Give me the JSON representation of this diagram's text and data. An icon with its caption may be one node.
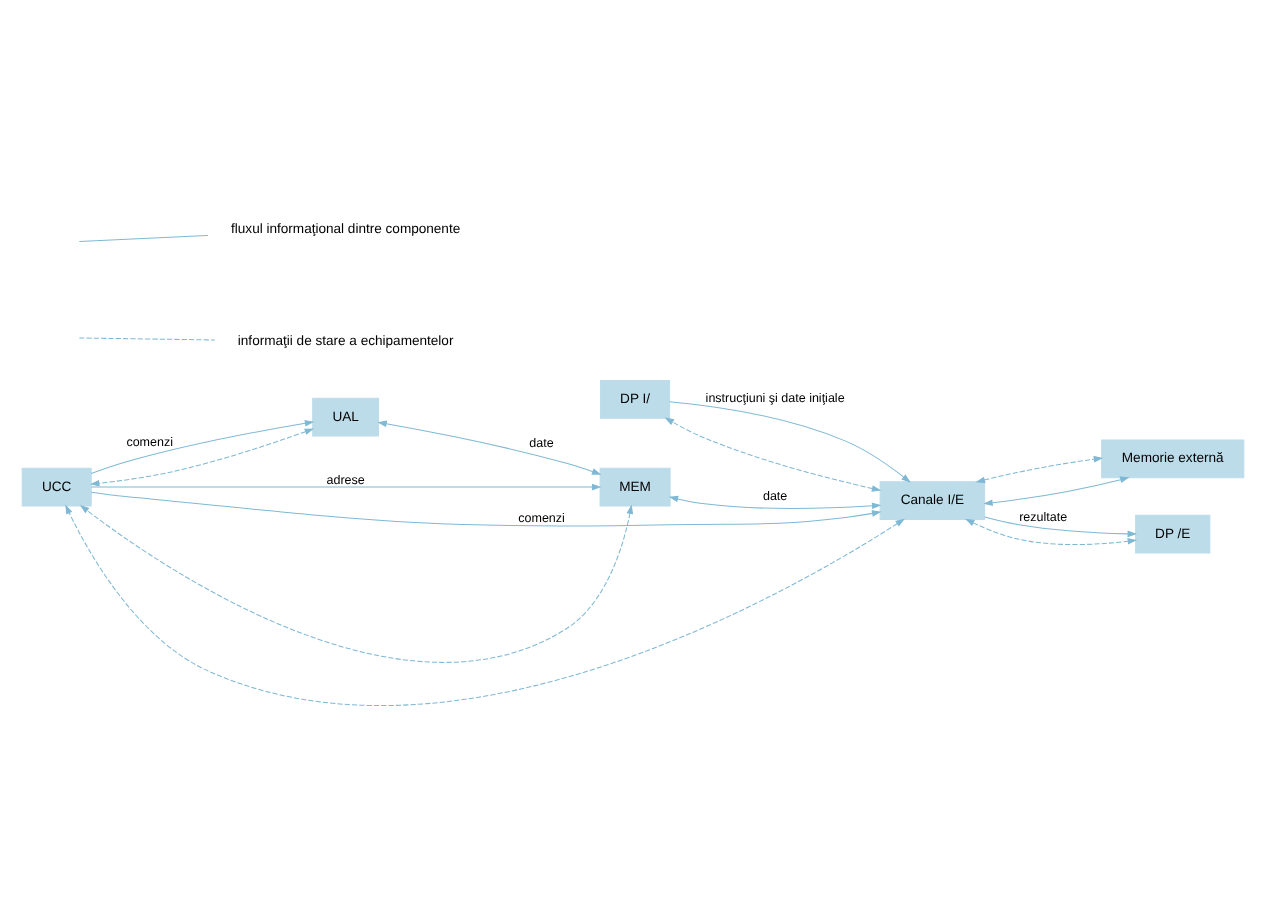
{
  "diagram": {
    "nodes": [
      {
        "text": [
          "DP I/"
        ]
      },
      {
        "text": [
          "UCC"
        ]
      },
      {
        "text": [
          "UAL"
        ]
      },
      {
        "text": [
          "MEM"
        ]
      },
      {
        "text": [
          "Canale I/E"
        ]
      },
      {
        "text": [
          "Memorie externă"
        ]
      },
      {
        "text": [
          "DP /E"
        ]
      }
    ],
    "edges": [
      {
        "from": 1,
        "to": 2,
        "arrow": "to",
        "label": "comenzi"
      },
      {
        "from": 2,
        "to": 1,
        "arrow": "both",
        "style": "dashed"
      },
      {
        "from": 2,
        "to": 3,
        "arrow": "both",
        "label": "date"
      },
      {
        "from": 1,
        "to": 3,
        "arrow": "to",
        "label": "adrese"
      },
      {
        "from": 3,
        "to": 1,
        "arrow": "both",
        "style": "dashed"
      },
      {
        "from": 3,
        "to": 4,
        "arrow": "both",
        "label": "date"
      },
      {
        "from": 1,
        "to": 4,
        "arrow": "to",
        "label": "comenzi"
      },
      {
        "from": 4,
        "to": 1,
        "arrow": "both",
        "style": "dashed"
      },
      {
        "from": 0,
        "to": 4,
        "arrow": "to",
        "label": "instrucţiuni şi date iniţiale"
      },
      {
        "from": 4,
        "to": 0,
        "arrow": "both",
        "style": "dashed"
      },
      {
        "from": 4,
        "to": 6,
        "arrow": "to",
        "label": "rezultate"
      },
      {
        "from": 4,
        "to": 6,
        "arrow": "both",
        "style": "dashed"
      },
      {
        "from": 4,
        "to": 5,
        "arrow": "both"
      },
      {
        "from": 4,
        "to": 5,
        "arrow": "both",
        "style": "dashed"
      }
    ],
    "legend": [
      {
        "text": "fluxul informaţional dintre componente"
      },
      {
        "text": "informaţii de stare a echipamentelor"
      }
    ]
  }
}
